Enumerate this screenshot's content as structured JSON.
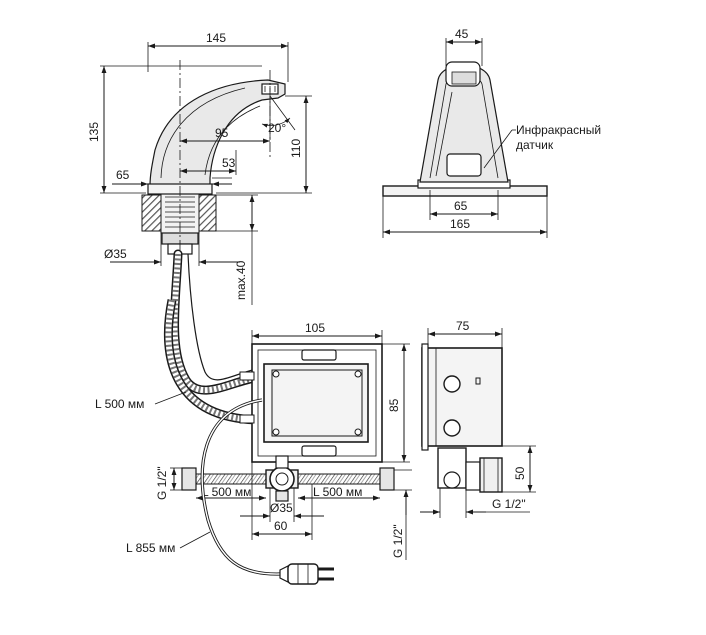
{
  "front_view": {
    "dim_width": "145",
    "dim_height": "135",
    "dim_reach": "95",
    "dim_sensor": "53",
    "dim_base": "65",
    "dim_110": "110",
    "dim_angle": "20°",
    "dim_diameter": "Ø35",
    "dim_max": "max.40",
    "hose_label": "L 500 мм"
  },
  "side_view": {
    "dim_top": "45",
    "dim_base_inner": "65",
    "dim_base_outer": "165",
    "sensor_label_line1": "Инфракрасный",
    "sensor_label_line2": "датчик"
  },
  "control_box": {
    "dim_width": "105",
    "dim_height": "85",
    "side_dim_width": "75",
    "side_dim_height": "50",
    "side_thread": "G 1/2\""
  },
  "supply": {
    "thread_left": "G 1/2\"",
    "hose_left": "L 500 мм",
    "hose_right": "L 500 мм",
    "dim_diameter": "Ø35",
    "dim_60": "60",
    "thread_bottom": "G 1/2\"",
    "cable_label": "L 855 мм"
  }
}
